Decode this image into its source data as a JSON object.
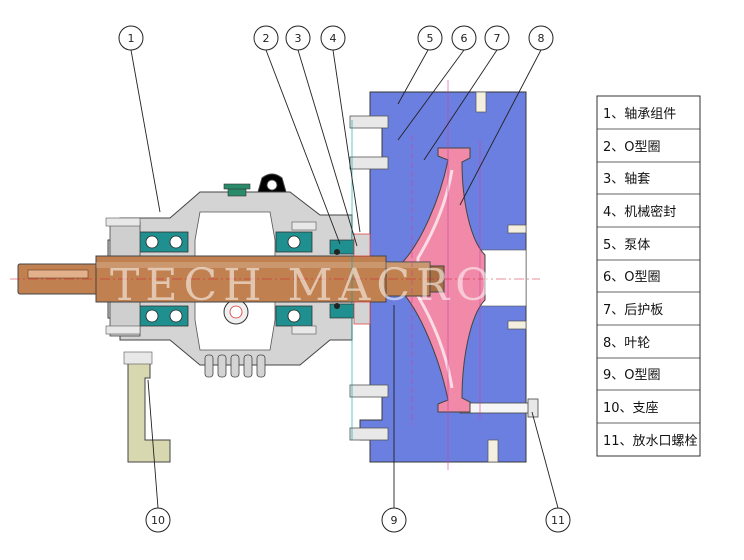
{
  "callouts": [
    "1",
    "2",
    "3",
    "4",
    "5",
    "6",
    "7",
    "8",
    "9",
    "10",
    "11"
  ],
  "legend": [
    "1、轴承组件",
    "2、O型圈",
    "3、轴套",
    "4、机械密封",
    "5、泵体",
    "6、O型圈",
    "7、后护板",
    "8、叶轮",
    "9、O型圈",
    "10、支座",
    "11、放水口螺栓"
  ],
  "watermark": "TECH MACRO",
  "colors": {
    "pump_casing": "#6b7fe0",
    "impeller": "#f08aa8",
    "shaft": "#c08050",
    "seal_teal": "#1f8f8f",
    "frame_gray": "#d4d4d4",
    "support": "#d8d8b0",
    "outline": "#444444"
  }
}
